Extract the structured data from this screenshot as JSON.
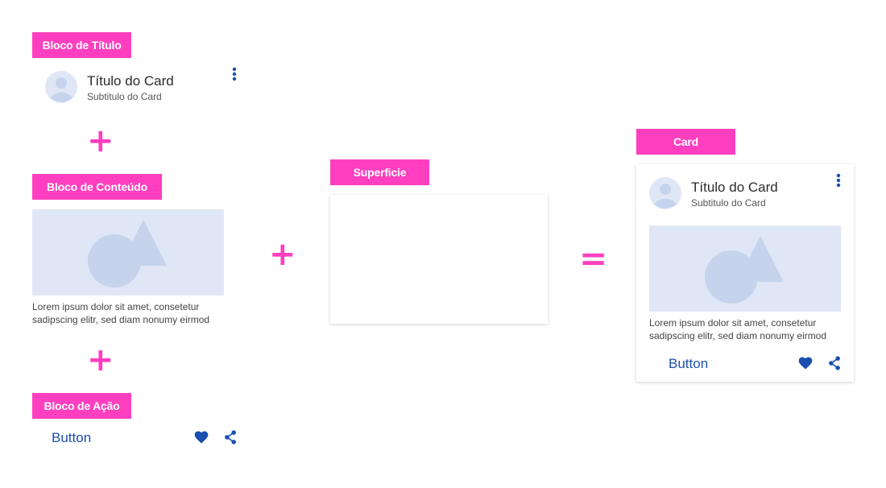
{
  "tags": {
    "title_block": "Bloco de Título",
    "content_block": "Bloco de Conteúdo",
    "action_block": "Bloco de Ação",
    "surface": "Superficie",
    "card": "Card"
  },
  "operators": {
    "plus": "+",
    "equals": "="
  },
  "card": {
    "title": "Título do Card",
    "subtitle": "Subtitulo do Card",
    "body_line1": "Lorem ipsum dolor sit amet, consetetur",
    "body_line2": "sadipscing elitr, sed diam nonumy eirmod",
    "button_label": "Button"
  },
  "icons": {
    "avatar": "avatar-icon",
    "menu": "more-vert-icon",
    "favorite": "heart-icon",
    "share": "share-icon",
    "media": "image-placeholder-icon"
  },
  "colors": {
    "accent": "#ff3fbf",
    "primary": "#1a4fb0",
    "media_bg": "#dfe7f6",
    "shape": "#c5d3ec"
  }
}
